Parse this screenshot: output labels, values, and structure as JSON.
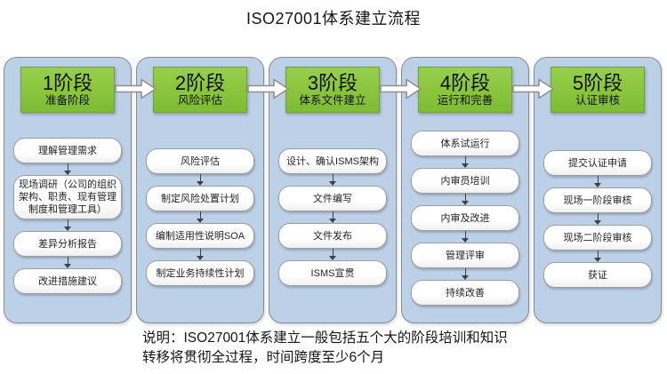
{
  "title": "ISO27001体系建立流程",
  "colors": {
    "stage_header_bg": "#8CC63F",
    "stage_header_border": "#6FA335",
    "panel_bg": "#BCD0E8",
    "panel_border": "#8A8A8A",
    "step_border": "#9D9D9D",
    "arrow_fill": "#FFFFFF",
    "arrow_outline": "#8F8F8F",
    "connector_color": "#404040"
  },
  "stages": [
    {
      "header": "1阶段",
      "subtitle": "准备阶段",
      "steps": [
        "理解管理需求",
        "现场调研（公司的组织架构、职责、现有管理制度和管理工具）",
        "差异分析报告",
        "改进措施建议"
      ]
    },
    {
      "header": "2阶段",
      "subtitle": "风险评估",
      "steps": [
        "风险评估",
        "制定风险处置计划",
        "编制适用性说明SOA",
        "制定业务持续性计划"
      ]
    },
    {
      "header": "3阶段",
      "subtitle": "体系文件建立",
      "steps": [
        "设计、确认ISMS架构",
        "文件编写",
        "文件发布",
        "ISMS宣贯"
      ]
    },
    {
      "header": "4阶段",
      "subtitle": "运行和完善",
      "steps": [
        "体系试运行",
        "内审员培训",
        "内审及改进",
        "管理评审",
        "持续改善"
      ]
    },
    {
      "header": "5阶段",
      "subtitle": "认证审核",
      "steps": [
        "提交认证申请",
        "现场一阶段审核",
        "现场二阶段审核",
        "获证"
      ]
    }
  ],
  "caption": {
    "line1": "说明：ISO27001体系建立一般包括五个大的阶段培训和知识",
    "line2": "转移将贯彻全过程，时间跨度至少6个月"
  }
}
